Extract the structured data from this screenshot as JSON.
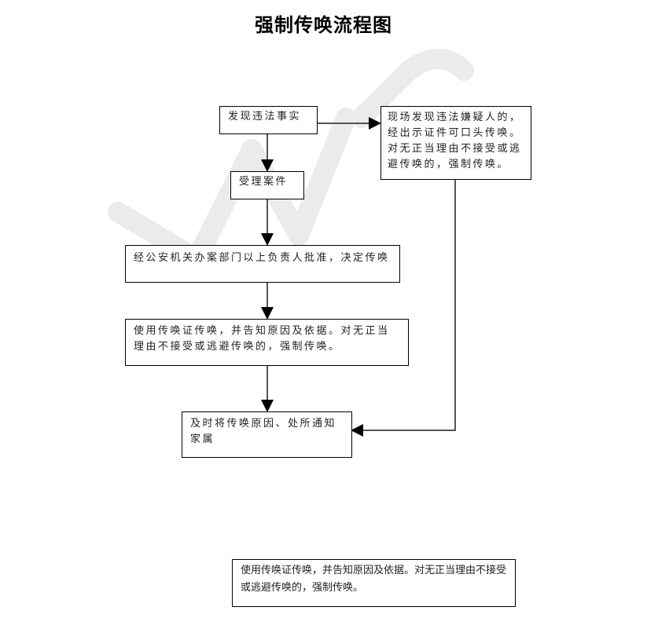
{
  "title": "强制传唤流程图",
  "nodes": {
    "discover": "发现违法事实",
    "accept": "受理案件",
    "approve": "经公安机关办案部门以上负责人批准，决定传唤",
    "summon": "使用传唤证传唤，并告知原因及依据。对无正当理由不接受或逃避传唤的，强制传唤。",
    "notify": "及时将传唤原因、处所通知家属",
    "onsite": "现场发现违法嫌疑人的，经出示证件可口头传唤。对无正当理由不接受或逃避传唤的，强制传唤。"
  },
  "note": "使用传唤证传唤，并告知原因及依据。对无正当理由不接受或逃避传唤的，强制传唤。",
  "colors": {
    "line": "#555555",
    "watermark": "#e6e6e6"
  }
}
